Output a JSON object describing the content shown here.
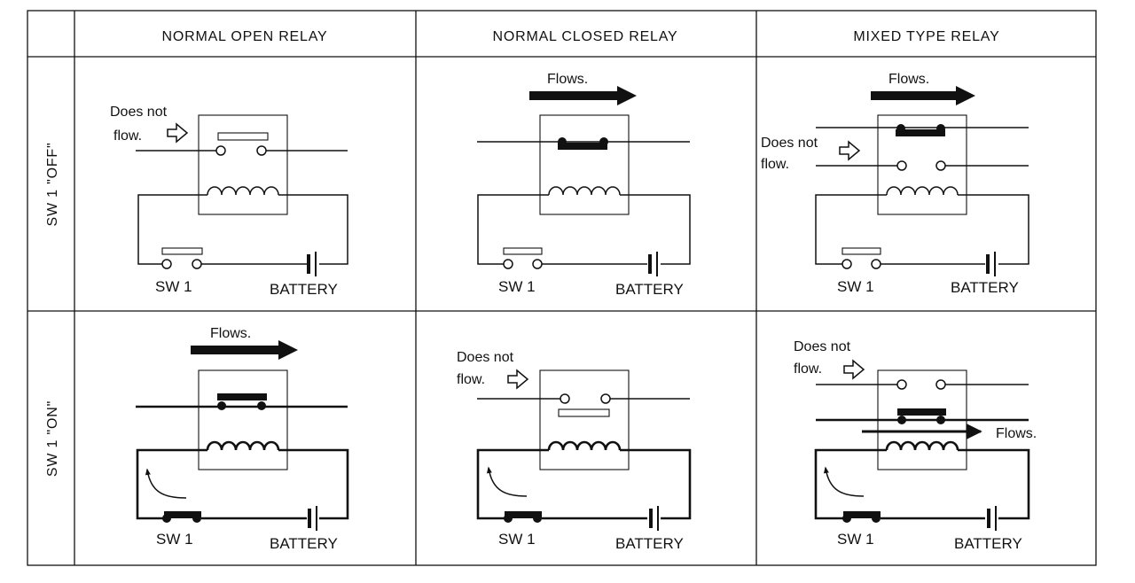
{
  "columns": [
    "NORMAL OPEN RELAY",
    "NORMAL CLOSED RELAY",
    "MIXED TYPE RELAY"
  ],
  "rows": [
    "SW 1 \"OFF\"",
    "SW 1 \"ON\""
  ],
  "labels": {
    "flows": "Flows.",
    "does_not": "Does not",
    "flow": "flow.",
    "sw1": "SW 1",
    "battery": "BATTERY"
  }
}
